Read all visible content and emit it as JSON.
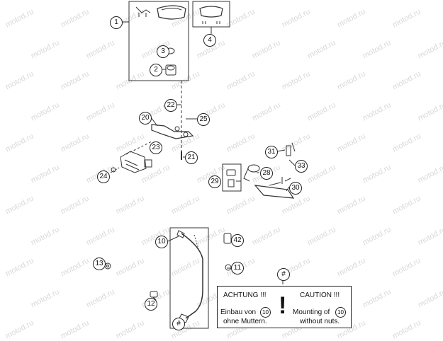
{
  "callouts": [
    {
      "id": "c1",
      "label": "1"
    },
    {
      "id": "c2",
      "label": "2"
    },
    {
      "id": "c3",
      "label": "3"
    },
    {
      "id": "c4",
      "label": "4"
    },
    {
      "id": "c10",
      "label": "10"
    },
    {
      "id": "c11",
      "label": "11"
    },
    {
      "id": "c12",
      "label": "12"
    },
    {
      "id": "c13",
      "label": "13"
    },
    {
      "id": "c20",
      "label": "20"
    },
    {
      "id": "c21",
      "label": "21"
    },
    {
      "id": "c22",
      "label": "22"
    },
    {
      "id": "c23",
      "label": "23"
    },
    {
      "id": "c24",
      "label": "24"
    },
    {
      "id": "c25",
      "label": "25"
    },
    {
      "id": "c28",
      "label": "28"
    },
    {
      "id": "c29",
      "label": "29"
    },
    {
      "id": "c30",
      "label": "30"
    },
    {
      "id": "c31",
      "label": "31"
    },
    {
      "id": "c33",
      "label": "33"
    },
    {
      "id": "c42",
      "label": "42"
    },
    {
      "id": "chash1",
      "label": "#"
    },
    {
      "id": "chash2",
      "label": "#"
    }
  ],
  "notice": {
    "de_title": "ACHTUNG !!!",
    "en_title": "CAUTION !!!",
    "de_line1_pre": "Einbau von",
    "de_line1_ref": "10",
    "de_line2": "ohne Muttern.",
    "en_line1_pre": "Mounting of",
    "en_line1_ref": "10",
    "en_line2": "without nuts.",
    "warning_symbol": "!"
  },
  "watermark": "motod.ru"
}
